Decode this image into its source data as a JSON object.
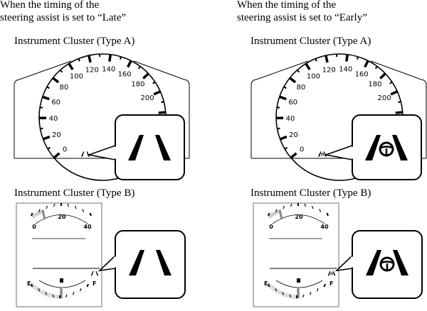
{
  "panels": [
    {
      "heading_line1": "When the timing of the",
      "heading_line2": "steering assist is set to “Late”",
      "type_a_label": "Instrument Cluster (Type A)",
      "type_b_label": "Instrument Cluster (Type B)",
      "indicator_icon": "lane-lines-icon"
    },
    {
      "heading_line1": "When the timing of the",
      "heading_line2": "steering assist is set to “Early”",
      "type_a_label": "Instrument Cluster (Type A)",
      "type_b_label": "Instrument Cluster (Type B)",
      "indicator_icon": "lane-lines-steering-wheel-icon"
    }
  ],
  "speedometer_labels": [
    "0",
    "20",
    "40",
    "60",
    "80",
    "100",
    "120",
    "140",
    "160",
    "180",
    "200"
  ],
  "type_b_gauge_labels": [
    "0",
    "20",
    "40"
  ],
  "fuel_labels": {
    "empty": "E",
    "full": "F"
  }
}
